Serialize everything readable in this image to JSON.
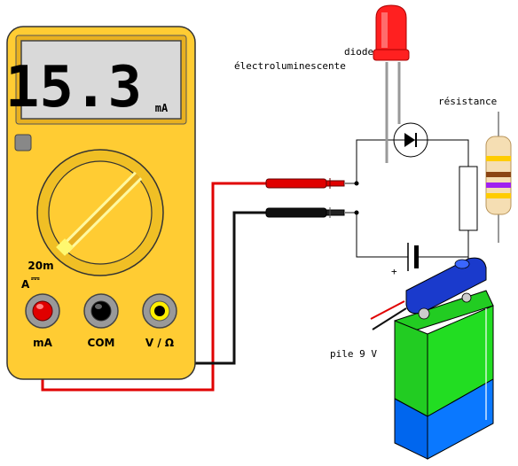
{
  "multimeter": {
    "display_value": "15.3",
    "display_unit": "mA",
    "range_label": "20m",
    "mode_label": "A",
    "mode_symbol": "⎓",
    "jacks": [
      {
        "label": "mA",
        "color": "#e00000"
      },
      {
        "label": "COM",
        "color": "#000000"
      },
      {
        "label": "V / Ω",
        "color": "#ffee00"
      }
    ],
    "body_color": "#ffcc33"
  },
  "circuit": {
    "diode_label_line1": "diode",
    "diode_label_line2": "électroluminescente",
    "resistor_label": "résistance",
    "battery_label": "pile 9 V",
    "battery_plus": "+"
  },
  "colors": {
    "red_lead": "#e00000",
    "black_lead": "#111111",
    "led": "#ff2020",
    "battery_green": "#22cc22",
    "battery_blue": "#0066ee",
    "clip_blue": "#1a3acc"
  }
}
